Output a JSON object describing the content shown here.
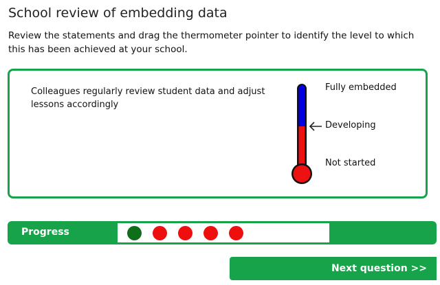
{
  "page": {
    "title": "School review of embedding data",
    "instructions": "Review the statements and drag the thermometer pointer to identify the level to which this has been achieved at your school."
  },
  "card": {
    "statement": "Colleagues regularly review student data and adjust lessons accordingly"
  },
  "thermometer": {
    "levels": [
      "Fully embedded",
      "Developing",
      "Not started"
    ],
    "selected_level": "Developing",
    "fill_fraction": 0.5,
    "colors": {
      "upper": "#0000e0",
      "lower": "#ee1111",
      "outline": "#111111"
    },
    "pointer_icon": "left-arrow-icon"
  },
  "progress": {
    "label": "Progress",
    "total": 5,
    "current": 1,
    "colors": {
      "done": "#0f6e1a",
      "pending": "#ee0e0e"
    }
  },
  "navigation": {
    "next_label": "Next question >>"
  },
  "colors": {
    "accent": "#16a34a",
    "background": "#ffffff"
  }
}
